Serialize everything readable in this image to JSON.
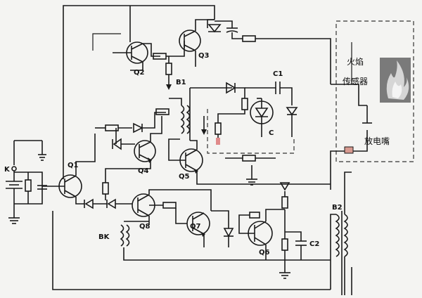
{
  "labels": {
    "q1": "Q1",
    "q2": "Q2",
    "q3": "Q3",
    "q4": "Q4",
    "q5": "Q5",
    "q6": "Q6",
    "q7": "Q7",
    "q8": "Q8",
    "b1": "B1",
    "b2": "B2",
    "bk": "BK",
    "k": "K",
    "c1": "C1",
    "c2": "C2",
    "c": "C",
    "flame_sensor_line1": "火焰",
    "flame_sensor_line2": "传感器",
    "igniter": "放电嘴"
  },
  "colors": {
    "wire": "#1a1a1a",
    "background": "#f4f4f2",
    "flame": "#8a8a8a",
    "electrode_tip": "#d89a90"
  }
}
